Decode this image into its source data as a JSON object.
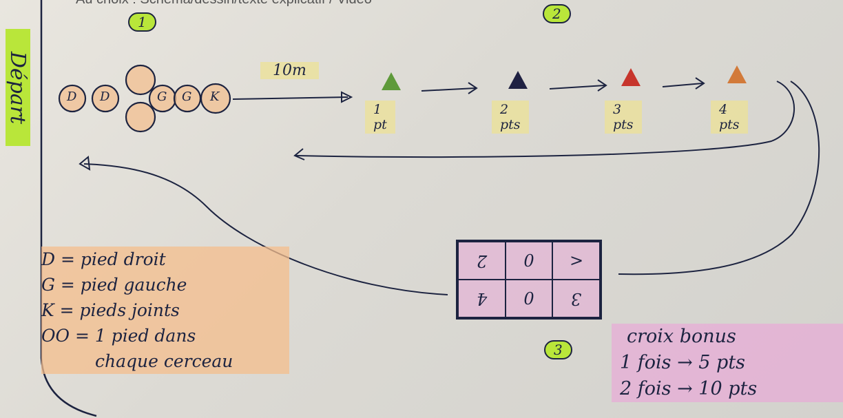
{
  "header_cut_text": "Au choix : Schéma/dessin/texte explicatif / Vidéo",
  "depart_label": "Départ",
  "steps": {
    "one": "1",
    "two": "2",
    "three": "3"
  },
  "distance": "10m",
  "hoops": [
    "D",
    "D",
    "G",
    "G",
    "K"
  ],
  "cones": [
    {
      "points": "1 pt",
      "color": "#5e9a3a"
    },
    {
      "points": "2 pts",
      "color": "#1f2142"
    },
    {
      "points": "3 pts",
      "color": "#c7352c"
    },
    {
      "points": "4 pts",
      "color": "#d27a3a"
    }
  ],
  "grid_cells": [
    {
      "value": "2",
      "rotated": true
    },
    {
      "value": "0",
      "rotated": false
    },
    {
      "value": "<",
      "rotated": true
    },
    {
      "value": "4",
      "rotated": true
    },
    {
      "value": "0",
      "rotated": false
    },
    {
      "value": "3",
      "rotated": true
    }
  ],
  "legend": [
    "D = pied droit",
    "G = pied gauche",
    "K = pieds joints",
    "OO = 1 pied dans",
    "chaque cerceau"
  ],
  "bonus": {
    "title": "croix bonus",
    "lines": [
      "1 fois → 5 pts",
      "2 fois → 10 pts"
    ]
  },
  "colors": {
    "ink": "#1c2340",
    "highlight_green": "#b9e63a",
    "highlight_orange": "#f4be8c",
    "highlight_pink": "#e8aad7"
  }
}
